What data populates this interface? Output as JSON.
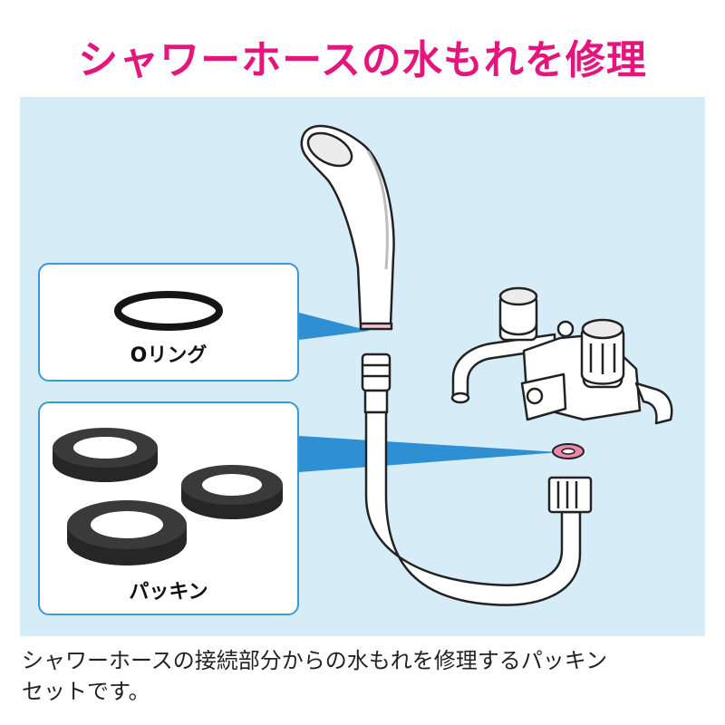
{
  "title": "シャワーホースの水もれを修理",
  "title_color": "#e4157d",
  "panel_bg": "#d6ecf7",
  "callout_border": "#3a9ad9",
  "pointer_color": "#2f8fd3",
  "callouts": [
    {
      "label": "Oリング",
      "icon": "o-ring-icon"
    },
    {
      "label": "パッキン",
      "icon": "gasket-icon"
    }
  ],
  "caption": {
    "line1": "シャワーホースの接続部分からの水もれを修理するパッキン",
    "line2": "セットです。"
  }
}
